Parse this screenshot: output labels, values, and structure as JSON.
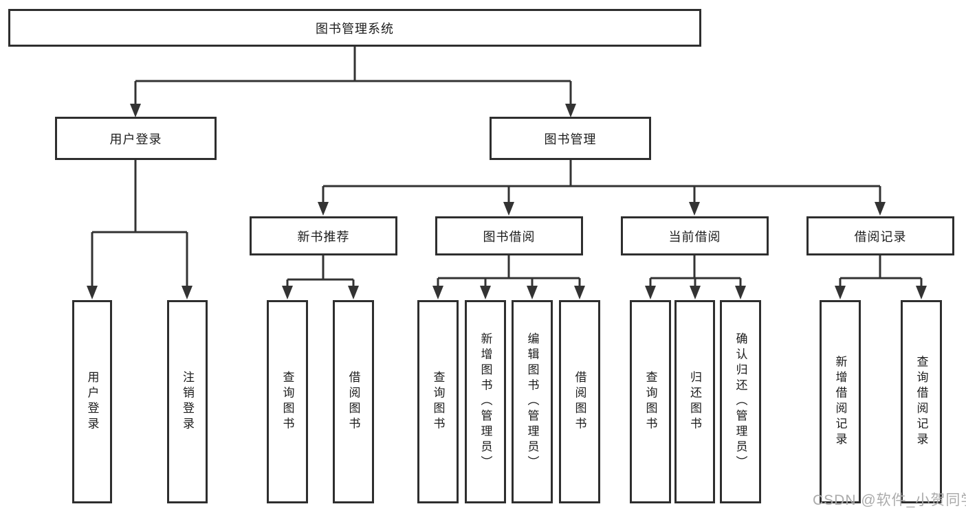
{
  "diagram": {
    "root": "图书管理系统",
    "level2": {
      "user_login": "用户登录",
      "book_management": "图书管理"
    },
    "level3": {
      "new_book_recommend": "新书推荐",
      "book_borrow": "图书借阅",
      "current_borrow": "当前借阅",
      "borrow_records": "借阅记录"
    },
    "leaves": {
      "user_login": [
        "用户登录",
        "注销登录"
      ],
      "new_book_recommend": [
        "查询图书",
        "借阅图书"
      ],
      "book_borrow": [
        "查询图书",
        "新增图书（管理员）",
        "编辑图书（管理员）",
        "借阅图书"
      ],
      "current_borrow": [
        "查询图书",
        "归还图书",
        "确认归还（管理员）"
      ],
      "borrow_records": [
        "新增借阅记录",
        "查询借阅记录"
      ]
    }
  },
  "watermark": "CSDN @软件_小贺同学",
  "colors": {
    "line": "#333333",
    "box_border": "#2e2e2e",
    "text": "#1c1c1c",
    "watermark": "#ababab",
    "background": "#ffffff"
  }
}
